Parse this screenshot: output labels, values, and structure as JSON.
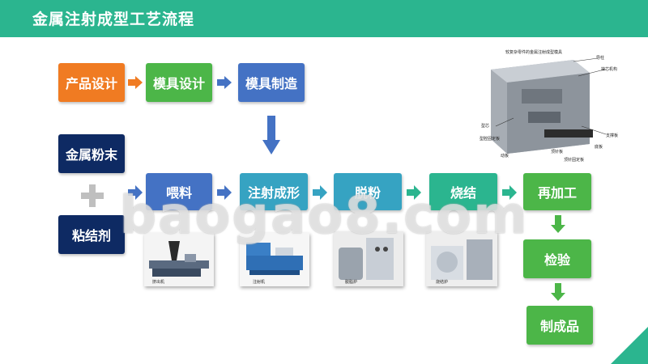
{
  "title": "金属注射成型工艺流程",
  "steps": {
    "product_design": "产品设计",
    "mold_design": "模具设计",
    "mold_making": "模具制造",
    "metal_powder": "金属粉末",
    "binder": "粘结剂",
    "feeding": "喂料",
    "injection": "注射成形",
    "debinding": "脱粉",
    "sintering": "烧结",
    "reprocessing": "再加工",
    "inspection": "检验",
    "product": "制成品"
  },
  "photos": {
    "extruder_caption": "挤出机",
    "injection_caption": "注射机",
    "debind_caption": "脱脂炉",
    "sinter_caption": "烧结炉"
  },
  "mold_diagram": {
    "title": "较复杂零件的金属注射成型模具",
    "labels": [
      "导柱",
      "抽芯机构",
      "型芯",
      "型腔固定板",
      "动板",
      "顶针板",
      "底板",
      "支撑板",
      "顶针固定板"
    ]
  },
  "watermark": "baogao8.com",
  "colors": {
    "header": "#2bb58f",
    "orange": "#f07b22",
    "green": "#4cb648",
    "blue": "#4472c4",
    "navy": "#0e2a63",
    "teal": "#36a3c2",
    "mint": "#2bb58f"
  }
}
